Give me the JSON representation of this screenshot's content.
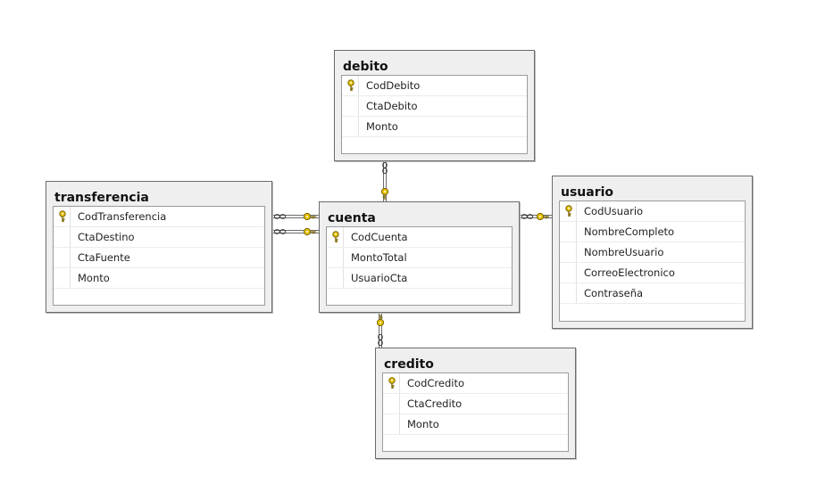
{
  "colors": {
    "key_fill": "#e8c200",
    "key_stroke": "#7a6400",
    "line": "#6b6b6b",
    "table_bg": "#efefef"
  },
  "icons": {
    "primary_key": "key-icon",
    "relationship_many": "infinity-icon",
    "relationship_one": "key-icon"
  },
  "tables": [
    {
      "id": "debito",
      "title": "debito",
      "columns": [
        {
          "name": "CodDebito",
          "pk": true
        },
        {
          "name": "CtaDebito",
          "pk": false
        },
        {
          "name": "Monto",
          "pk": false
        }
      ]
    },
    {
      "id": "transferencia",
      "title": "transferencia",
      "columns": [
        {
          "name": "CodTransferencia",
          "pk": true
        },
        {
          "name": "CtaDestino",
          "pk": false
        },
        {
          "name": "CtaFuente",
          "pk": false
        },
        {
          "name": "Monto",
          "pk": false
        }
      ]
    },
    {
      "id": "cuenta",
      "title": "cuenta",
      "columns": [
        {
          "name": "CodCuenta",
          "pk": true
        },
        {
          "name": "MontoTotal",
          "pk": false
        },
        {
          "name": "UsuarioCta",
          "pk": false
        }
      ]
    },
    {
      "id": "usuario",
      "title": "usuario",
      "columns": [
        {
          "name": "CodUsuario",
          "pk": true
        },
        {
          "name": "NombreCompleto",
          "pk": false
        },
        {
          "name": "NombreUsuario",
          "pk": false
        },
        {
          "name": "CorreoElectronico",
          "pk": false
        },
        {
          "name": "Contraseña",
          "pk": false
        }
      ]
    },
    {
      "id": "credito",
      "title": "credito",
      "columns": [
        {
          "name": "CodCredito",
          "pk": true
        },
        {
          "name": "CtaCredito",
          "pk": false
        },
        {
          "name": "Monto",
          "pk": false
        }
      ]
    }
  ],
  "relationships": [
    {
      "from": "debito",
      "to": "cuenta",
      "many_end": "debito",
      "one_end": "cuenta"
    },
    {
      "from": "transferencia",
      "to": "cuenta",
      "many_end": "transferencia",
      "one_end": "cuenta"
    },
    {
      "from": "transferencia",
      "to": "cuenta",
      "many_end": "transferencia",
      "one_end": "cuenta"
    },
    {
      "from": "usuario",
      "to": "cuenta",
      "many_end": "cuenta",
      "one_end": "usuario"
    },
    {
      "from": "credito",
      "to": "cuenta",
      "many_end": "credito",
      "one_end": "cuenta"
    }
  ]
}
